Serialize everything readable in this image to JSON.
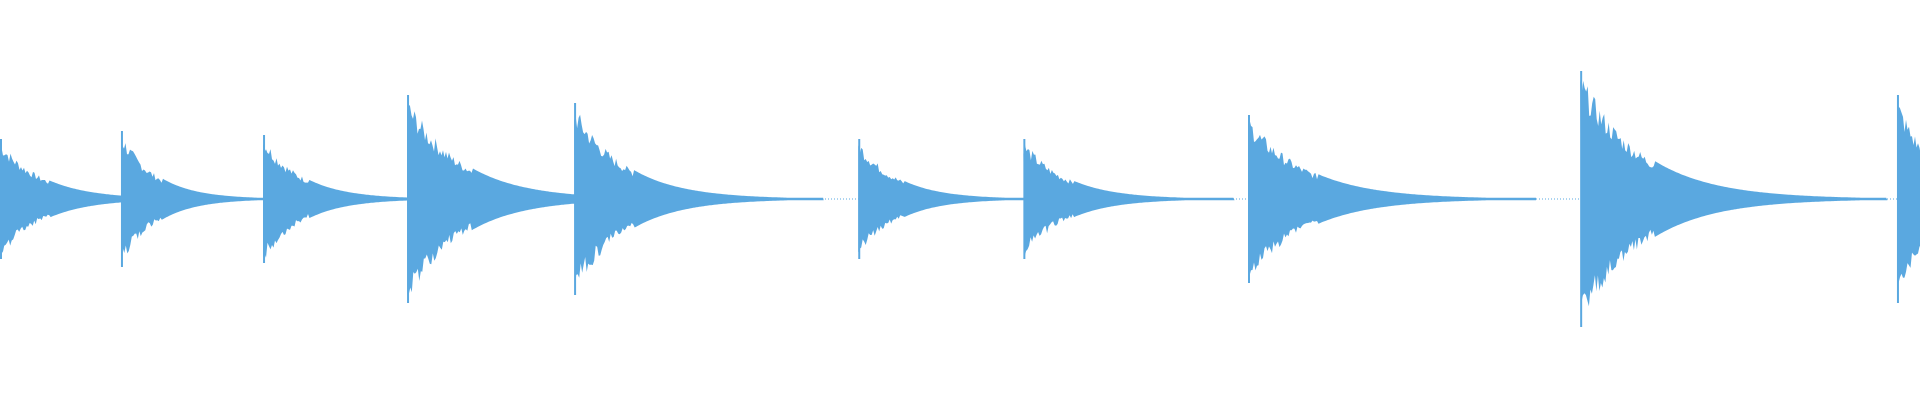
{
  "waveform": {
    "color": "#5aa8e0",
    "background": "#ffffff",
    "baseline_visible": true,
    "amplitude_range": [
      -1,
      1
    ],
    "time_range": [
      0,
      1
    ],
    "hits": [
      {
        "time": 0.0,
        "peak": 0.3,
        "decay": 0.022
      },
      {
        "time": 0.063,
        "peak": 0.34,
        "decay": 0.018
      },
      {
        "time": 0.137,
        "peak": 0.32,
        "decay": 0.02
      },
      {
        "time": 0.212,
        "peak": 0.52,
        "decay": 0.028
      },
      {
        "time": 0.299,
        "peak": 0.48,
        "decay": 0.026
      },
      {
        "time": 0.447,
        "peak": 0.3,
        "decay": 0.02
      },
      {
        "time": 0.533,
        "peak": 0.3,
        "decay": 0.022
      },
      {
        "time": 0.65,
        "peak": 0.42,
        "decay": 0.03
      },
      {
        "time": 0.823,
        "peak": 0.64,
        "decay": 0.032
      },
      {
        "time": 0.988,
        "peak": 0.52,
        "decay": 0.02
      }
    ],
    "silent_gaps": [
      {
        "start": 0.745,
        "end": 0.786
      }
    ]
  }
}
